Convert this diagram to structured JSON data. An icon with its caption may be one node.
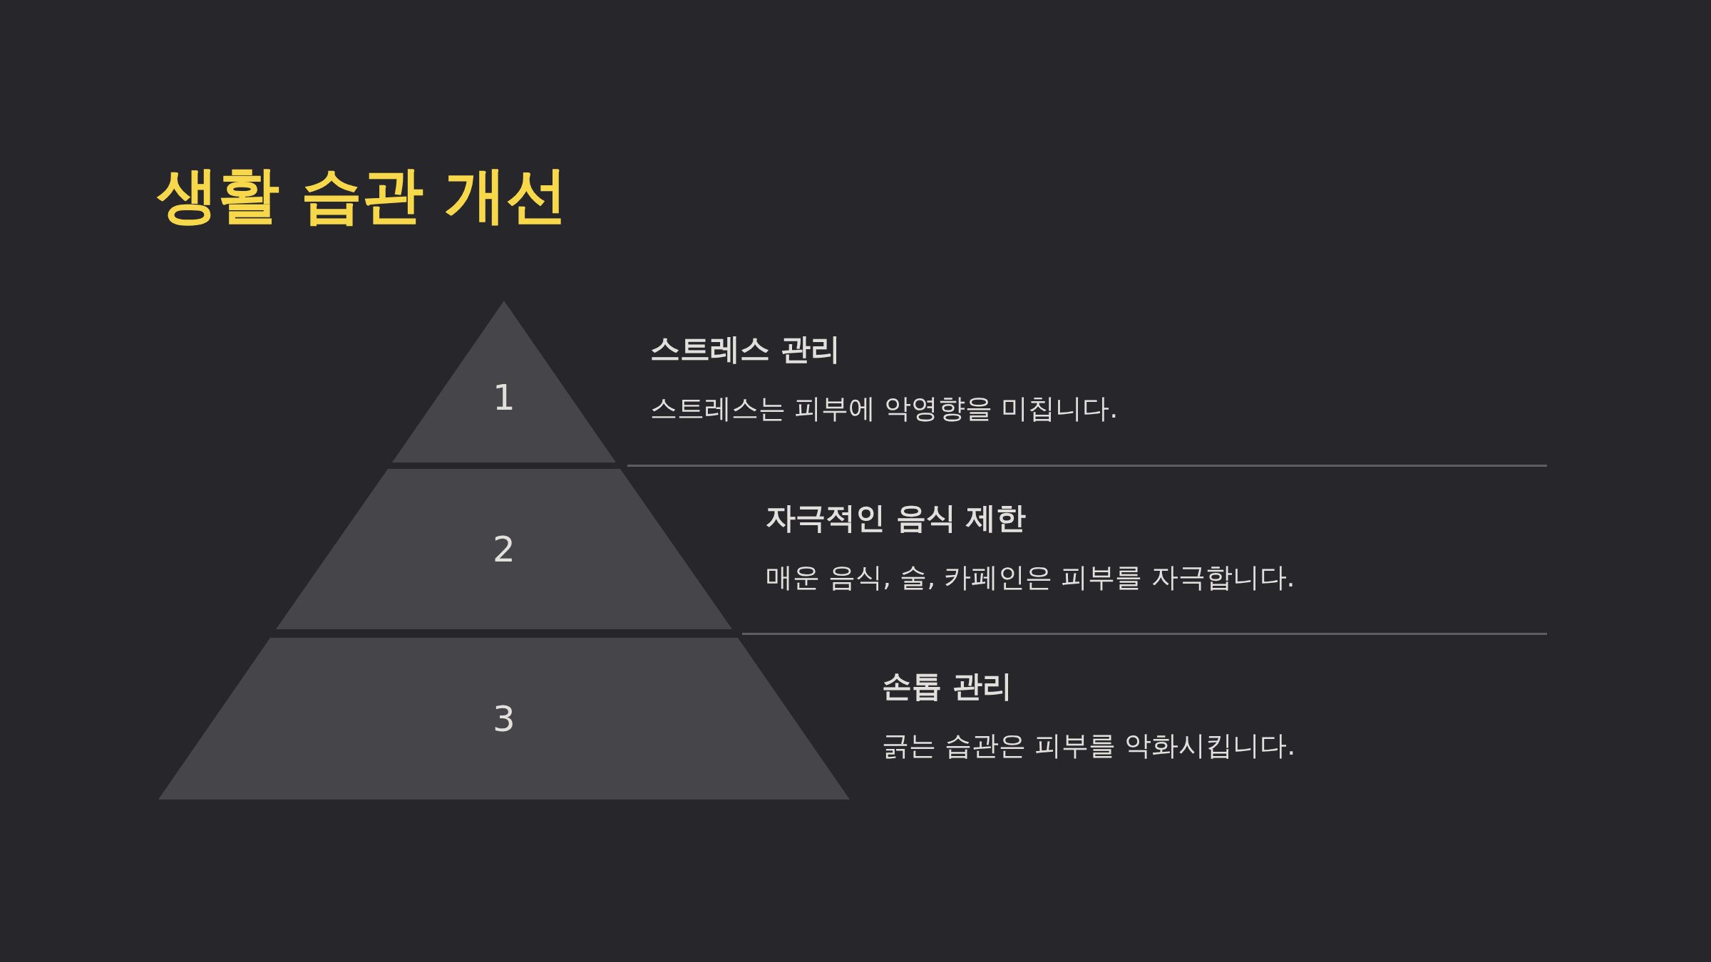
{
  "diagram": {
    "title": "생활 습관 개선",
    "nodes": [
      {
        "text": [
          "1"
        ],
        "beside": [
          "스트레스 관리",
          "스트레스는 피부에 악영향을 미칩니다."
        ]
      },
      {
        "text": [
          "2"
        ],
        "beside": [
          "자극적인 음식 제한",
          "매운 음식, 술, 카페인은 피부를 자극합니다."
        ]
      },
      {
        "text": [
          "3"
        ],
        "beside": [
          "손톱 관리",
          "긁는 습관은 피부를 악화시킵니다."
        ]
      }
    ]
  }
}
